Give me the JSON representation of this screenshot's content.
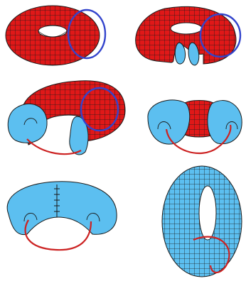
{
  "figure": {
    "panels": [
      {
        "step": 1,
        "state": "intact torus with meridian loop"
      },
      {
        "step": 2,
        "state": "torus cut along meridian"
      },
      {
        "step": 3,
        "state": "cut torus opened into bent cylinder"
      },
      {
        "step": 4,
        "state": "cylinder shrunk, ends rounded"
      },
      {
        "step": 5,
        "state": "surface reglued into disk-like shape"
      },
      {
        "step": 6,
        "state": "inverted torus with loop exchanged"
      }
    ],
    "colors": {
      "outer_surface": "#e01818",
      "inner_surface": "#5cbff0",
      "mesh_lines": "#1a1a1a",
      "meridian_loop": "#3344cc",
      "longitude_loop": "#cc2222"
    }
  }
}
